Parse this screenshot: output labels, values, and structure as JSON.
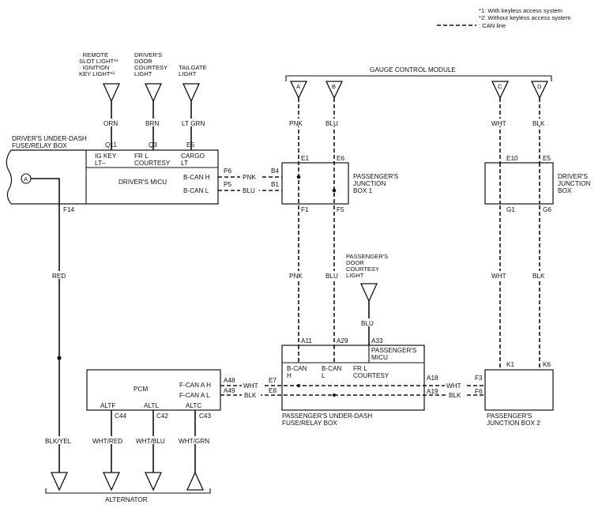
{
  "legend": {
    "note1": "*1: With keyless access system",
    "note2": "*2: Without keyless access system",
    "can_line": ": CAN line"
  },
  "gauge_module": {
    "title": "GAUGE CONTROL MODULE",
    "pins": [
      "A",
      "B",
      "C",
      "D"
    ]
  },
  "lights": {
    "remote_1": "· REMOTE",
    "remote_2": "SLOT LIGHT*¹",
    "remote_3": "· IGNITION",
    "remote_4": "KEY LIGHT*²",
    "door_1": "DRIVER'S",
    "door_2": "DOOR",
    "door_3": "COURTESY",
    "door_4": "LIGHT",
    "tail_1": "TAILGATE",
    "tail_2": "LIGHT"
  },
  "fuse_box_left": {
    "title_1": "DRIVER'S UNDER-DASH",
    "title_2": "FUSE/RELAY BOX",
    "pin_f14": "F14",
    "connector_a": "A"
  },
  "driver_micu": {
    "name": "DRIVER'S MICU",
    "col1_1": "IG KEY",
    "col1_2": "LT–",
    "col2_1": "FR L",
    "col2_2": "COURTESY",
    "col3_1": "CARGO",
    "col3_2": "LT",
    "pin_q11": "Q11",
    "pin_q3": "Q3",
    "pin_e5": "E5",
    "can_h": "B-CAN H",
    "can_l": "B-CAN L",
    "pin_p6": "P6",
    "pin_p5": "P5"
  },
  "wires": {
    "orn": "ORN",
    "brn": "BRN",
    "ltgrn": "LT GRN",
    "pnk": "PNK",
    "blu": "BLU",
    "wht": "WHT",
    "blk": "BLK",
    "red": "RED",
    "blkyel": "BLK/YEL",
    "whtred": "WHT/RED",
    "whtblu": "WHT/BLU",
    "whtgrn": "WHT/GRN"
  },
  "pjb1": {
    "title_1": "PASSENGER'S",
    "title_2": "JUNCTION",
    "title_3": "BOX 1",
    "e1": "E1",
    "e6": "E6",
    "b4": "B4",
    "b1": "B1",
    "f1": "F1",
    "f5": "F5"
  },
  "djb": {
    "title_1": "DRIVER'S",
    "title_2": "JUNCTION",
    "title_3": "BOX",
    "e10": "E10",
    "e5": "E5",
    "g1": "G1",
    "g6": "G6"
  },
  "pass_light": {
    "l1": "PASSENGER'S",
    "l2": "DOOR",
    "l3": "COURTESY",
    "l4": "LIGHT"
  },
  "pass_micu": {
    "t1": "PASSENGER'S",
    "t2": "MICU",
    "a11": "A11",
    "a29": "A29",
    "a33": "A33",
    "canh_1": "B-CAN",
    "canh_2": "H",
    "canl_1": "B-CAN",
    "canl_2": "L",
    "frl_1": "FR L",
    "frl_2": "COURTESY",
    "a18": "A18",
    "a19": "A19",
    "box_1": "PASSENGER'S UNDER-DASH",
    "box_2": "FUSE/RELAY BOX"
  },
  "pcm": {
    "name": "PCM",
    "fcan_h": "F-CAN A H",
    "fcan_l": "F-CAN A L",
    "a48": "A48",
    "a49": "A49",
    "altf": "ALTF",
    "altl": "ALTL",
    "altc": "ALTC",
    "c44": "C44",
    "c42": "C42",
    "c43": "C43"
  },
  "pjb2": {
    "k1": "K1",
    "k6": "K6",
    "f3": "F3",
    "f6": "F6",
    "e7": "E7",
    "e8": "E8",
    "t1": "PASSENGER'S",
    "t2": "JUNCTION BOX 2"
  },
  "alternator": {
    "label": "ALTERNATOR"
  }
}
